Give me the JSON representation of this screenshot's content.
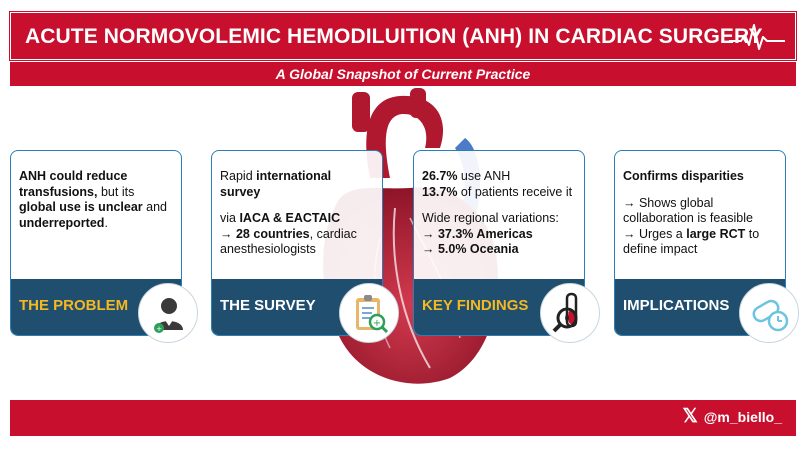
{
  "header": {
    "title": "ACUTE NORMOVOLEMIC HEMODILUITION (ANH) IN CARDIAC SURGERY",
    "subtitle": "A Global Snapshot of Current Practice",
    "icon": "heartbeat-pulse-icon"
  },
  "cards": [
    {
      "label": "THE PROBLEM",
      "icon": "doctor-icon",
      "text": {
        "l1a": "ANH could reduce transfusions,",
        "l1b": " but its ",
        "l1c": "global use is unclear",
        "l1d": " and ",
        "l1e": "underreported",
        "l1f": "."
      }
    },
    {
      "label": "THE SURVEY",
      "icon": "clipboard-search-icon",
      "text": {
        "p1a": "Rapid ",
        "p1b": "international survey",
        "p2a": "via ",
        "p2b": "IACA & EACTAIC",
        "p3a": "→ ",
        "p3b": "28 countries",
        "p3c": ", cardiac anesthesiologists"
      }
    },
    {
      "label": "KEY FINDINGS",
      "icon": "blood-tube-search-icon",
      "text": {
        "p1a": "26.7%",
        "p1b": " use ANH",
        "p1c": "13.7%",
        "p1d": " of patients receive it",
        "p2a": "Wide regional variations:",
        "p2b": "→ 37.3% Americas",
        "p2c": "→ 5.0% Oceania"
      }
    },
    {
      "label": "IMPLICATIONS",
      "icon": "capsule-clock-icon",
      "text": {
        "p1": "Confirms disparities",
        "p2": "→ Shows global collaboration is feasible",
        "p3a": "→ Urges a ",
        "p3b": "large RCT",
        "p3c": " to define impact"
      }
    }
  ],
  "footer": {
    "x_icon": "x-logo-icon",
    "x_glyph": "𝕏",
    "handle": "@m_biello_"
  },
  "colors": {
    "brand_red": "#c8102e",
    "card_navy": "#1f4e6e",
    "label_gold": "#f5b820",
    "card_border": "#2b7fb6"
  }
}
